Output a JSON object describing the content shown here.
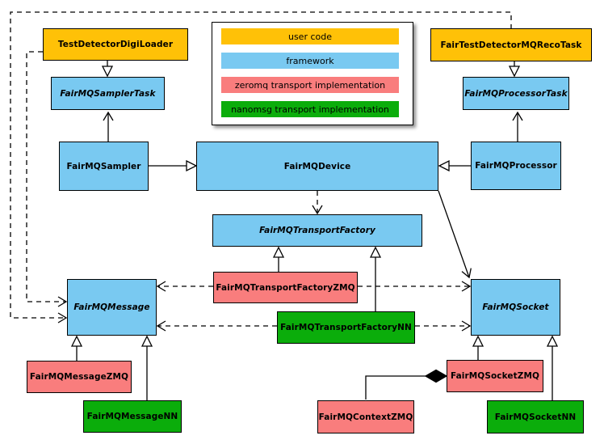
{
  "legend": {
    "items": [
      {
        "label": "user code",
        "color": "#FFC107",
        "category": "user"
      },
      {
        "label": "framework",
        "color": "#79C9F1",
        "category": "framework"
      },
      {
        "label": "zeromq transport implementation",
        "color": "#F97D7D",
        "category": "zeromq"
      },
      {
        "label": "nanomsg transport implementation",
        "color": "#0BAD0B",
        "category": "nanomsg"
      }
    ]
  },
  "nodes": [
    {
      "label": "TestDetectorDigiLoader",
      "category": "user",
      "abstract": false
    },
    {
      "label": "FairTestDetectorMQRecoTask",
      "category": "user",
      "abstract": false
    },
    {
      "label": "FairMQSamplerTask",
      "category": "framework",
      "abstract": true
    },
    {
      "label": "FairMQProcessorTask",
      "category": "framework",
      "abstract": true
    },
    {
      "label": "FairMQSampler",
      "category": "framework",
      "abstract": false
    },
    {
      "label": "FairMQDevice",
      "category": "framework",
      "abstract": false
    },
    {
      "label": "FairMQProcessor",
      "category": "framework",
      "abstract": false
    },
    {
      "label": "FairMQTransportFactory",
      "category": "framework",
      "abstract": true
    },
    {
      "label": "FairMQTransportFactoryZMQ",
      "category": "zeromq",
      "abstract": false
    },
    {
      "label": "FairMQTransportFactoryNN",
      "category": "nanomsg",
      "abstract": false
    },
    {
      "label": "FairMQMessage",
      "category": "framework",
      "abstract": true
    },
    {
      "label": "FairMQSocket",
      "category": "framework",
      "abstract": true
    },
    {
      "label": "FairMQMessageZMQ",
      "category": "zeromq",
      "abstract": false
    },
    {
      "label": "FairMQMessageNN",
      "category": "nanomsg",
      "abstract": false
    },
    {
      "label": "FairMQSocketZMQ",
      "category": "zeromq",
      "abstract": false
    },
    {
      "label": "FairMQSocketNN",
      "category": "nanomsg",
      "abstract": false
    },
    {
      "label": "FairMQContextZMQ",
      "category": "zeromq",
      "abstract": false
    }
  ],
  "edges": [
    {
      "from": "TestDetectorDigiLoader",
      "to": "FairMQSamplerTask",
      "type": "inheritance",
      "style": "solid-hollow-triangle"
    },
    {
      "from": "FairTestDetectorMQRecoTask",
      "to": "FairMQProcessorTask",
      "type": "inheritance",
      "style": "solid-hollow-triangle"
    },
    {
      "from": "FairMQSampler",
      "to": "FairMQSamplerTask",
      "type": "association",
      "style": "solid-open-arrow"
    },
    {
      "from": "FairMQProcessor",
      "to": "FairMQProcessorTask",
      "type": "association",
      "style": "solid-open-arrow"
    },
    {
      "from": "FairMQSampler",
      "to": "FairMQDevice",
      "type": "inheritance",
      "style": "solid-hollow-triangle"
    },
    {
      "from": "FairMQProcessor",
      "to": "FairMQDevice",
      "type": "inheritance",
      "style": "solid-hollow-triangle"
    },
    {
      "from": "FairMQDevice",
      "to": "FairMQTransportFactory",
      "type": "dependency",
      "style": "dashed-open-arrow"
    },
    {
      "from": "FairMQDevice",
      "to": "FairMQSocket",
      "type": "association",
      "style": "solid-open-arrow"
    },
    {
      "from": "FairMQTransportFactoryZMQ",
      "to": "FairMQTransportFactory",
      "type": "inheritance",
      "style": "solid-hollow-triangle"
    },
    {
      "from": "FairMQTransportFactoryNN",
      "to": "FairMQTransportFactory",
      "type": "inheritance",
      "style": "solid-hollow-triangle"
    },
    {
      "from": "FairMQTransportFactoryZMQ",
      "to": "FairMQMessage",
      "type": "dependency",
      "style": "dashed-open-arrow"
    },
    {
      "from": "FairMQTransportFactoryZMQ",
      "to": "FairMQSocket",
      "type": "dependency",
      "style": "dashed-open-arrow"
    },
    {
      "from": "FairMQTransportFactoryNN",
      "to": "FairMQMessage",
      "type": "dependency",
      "style": "dashed-open-arrow"
    },
    {
      "from": "FairMQTransportFactoryNN",
      "to": "FairMQSocket",
      "type": "dependency",
      "style": "dashed-open-arrow"
    },
    {
      "from": "TestDetectorDigiLoader",
      "to": "FairMQMessage",
      "type": "dependency",
      "style": "dashed-open-arrow"
    },
    {
      "from": "FairTestDetectorMQRecoTask",
      "to": "FairMQMessage",
      "type": "dependency",
      "style": "dashed-open-arrow"
    },
    {
      "from": "FairMQMessageZMQ",
      "to": "FairMQMessage",
      "type": "inheritance",
      "style": "solid-hollow-triangle"
    },
    {
      "from": "FairMQMessageNN",
      "to": "FairMQMessage",
      "type": "inheritance",
      "style": "solid-hollow-triangle"
    },
    {
      "from": "FairMQSocketZMQ",
      "to": "FairMQSocket",
      "type": "inheritance",
      "style": "solid-hollow-triangle"
    },
    {
      "from": "FairMQSocketNN",
      "to": "FairMQSocket",
      "type": "inheritance",
      "style": "solid-hollow-triangle"
    },
    {
      "from": "FairMQSocketZMQ",
      "to": "FairMQContextZMQ",
      "type": "composition",
      "style": "solid-filled-diamond"
    }
  ],
  "colors": {
    "user": "#FFC107",
    "framework": "#79C9F1",
    "zeromq": "#F97D7D",
    "nanomsg": "#0BAD0B",
    "border": "#000000",
    "background": "#FFFFFF"
  }
}
